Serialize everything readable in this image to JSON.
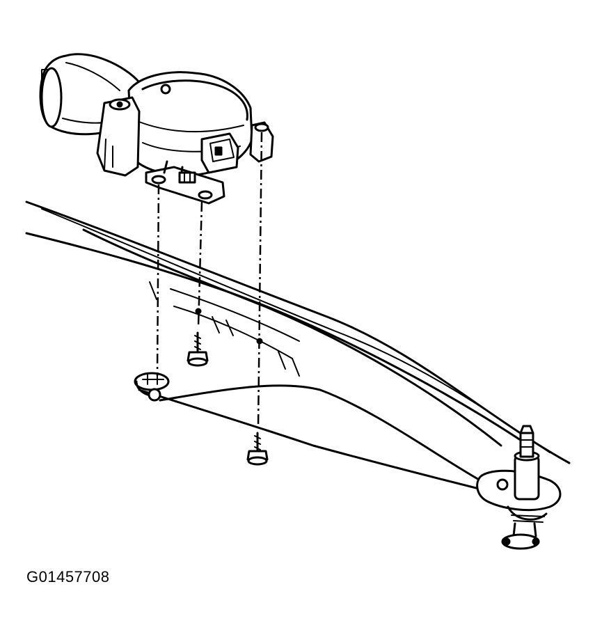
{
  "figure": {
    "id_label": "G01457708"
  },
  "colors": {
    "ink": "#000000",
    "paper": "#ffffff"
  },
  "parts": [
    "wiper-motor",
    "wiper-transmission-linkage",
    "mounting-bolt",
    "wiper-pivot-shaft"
  ]
}
